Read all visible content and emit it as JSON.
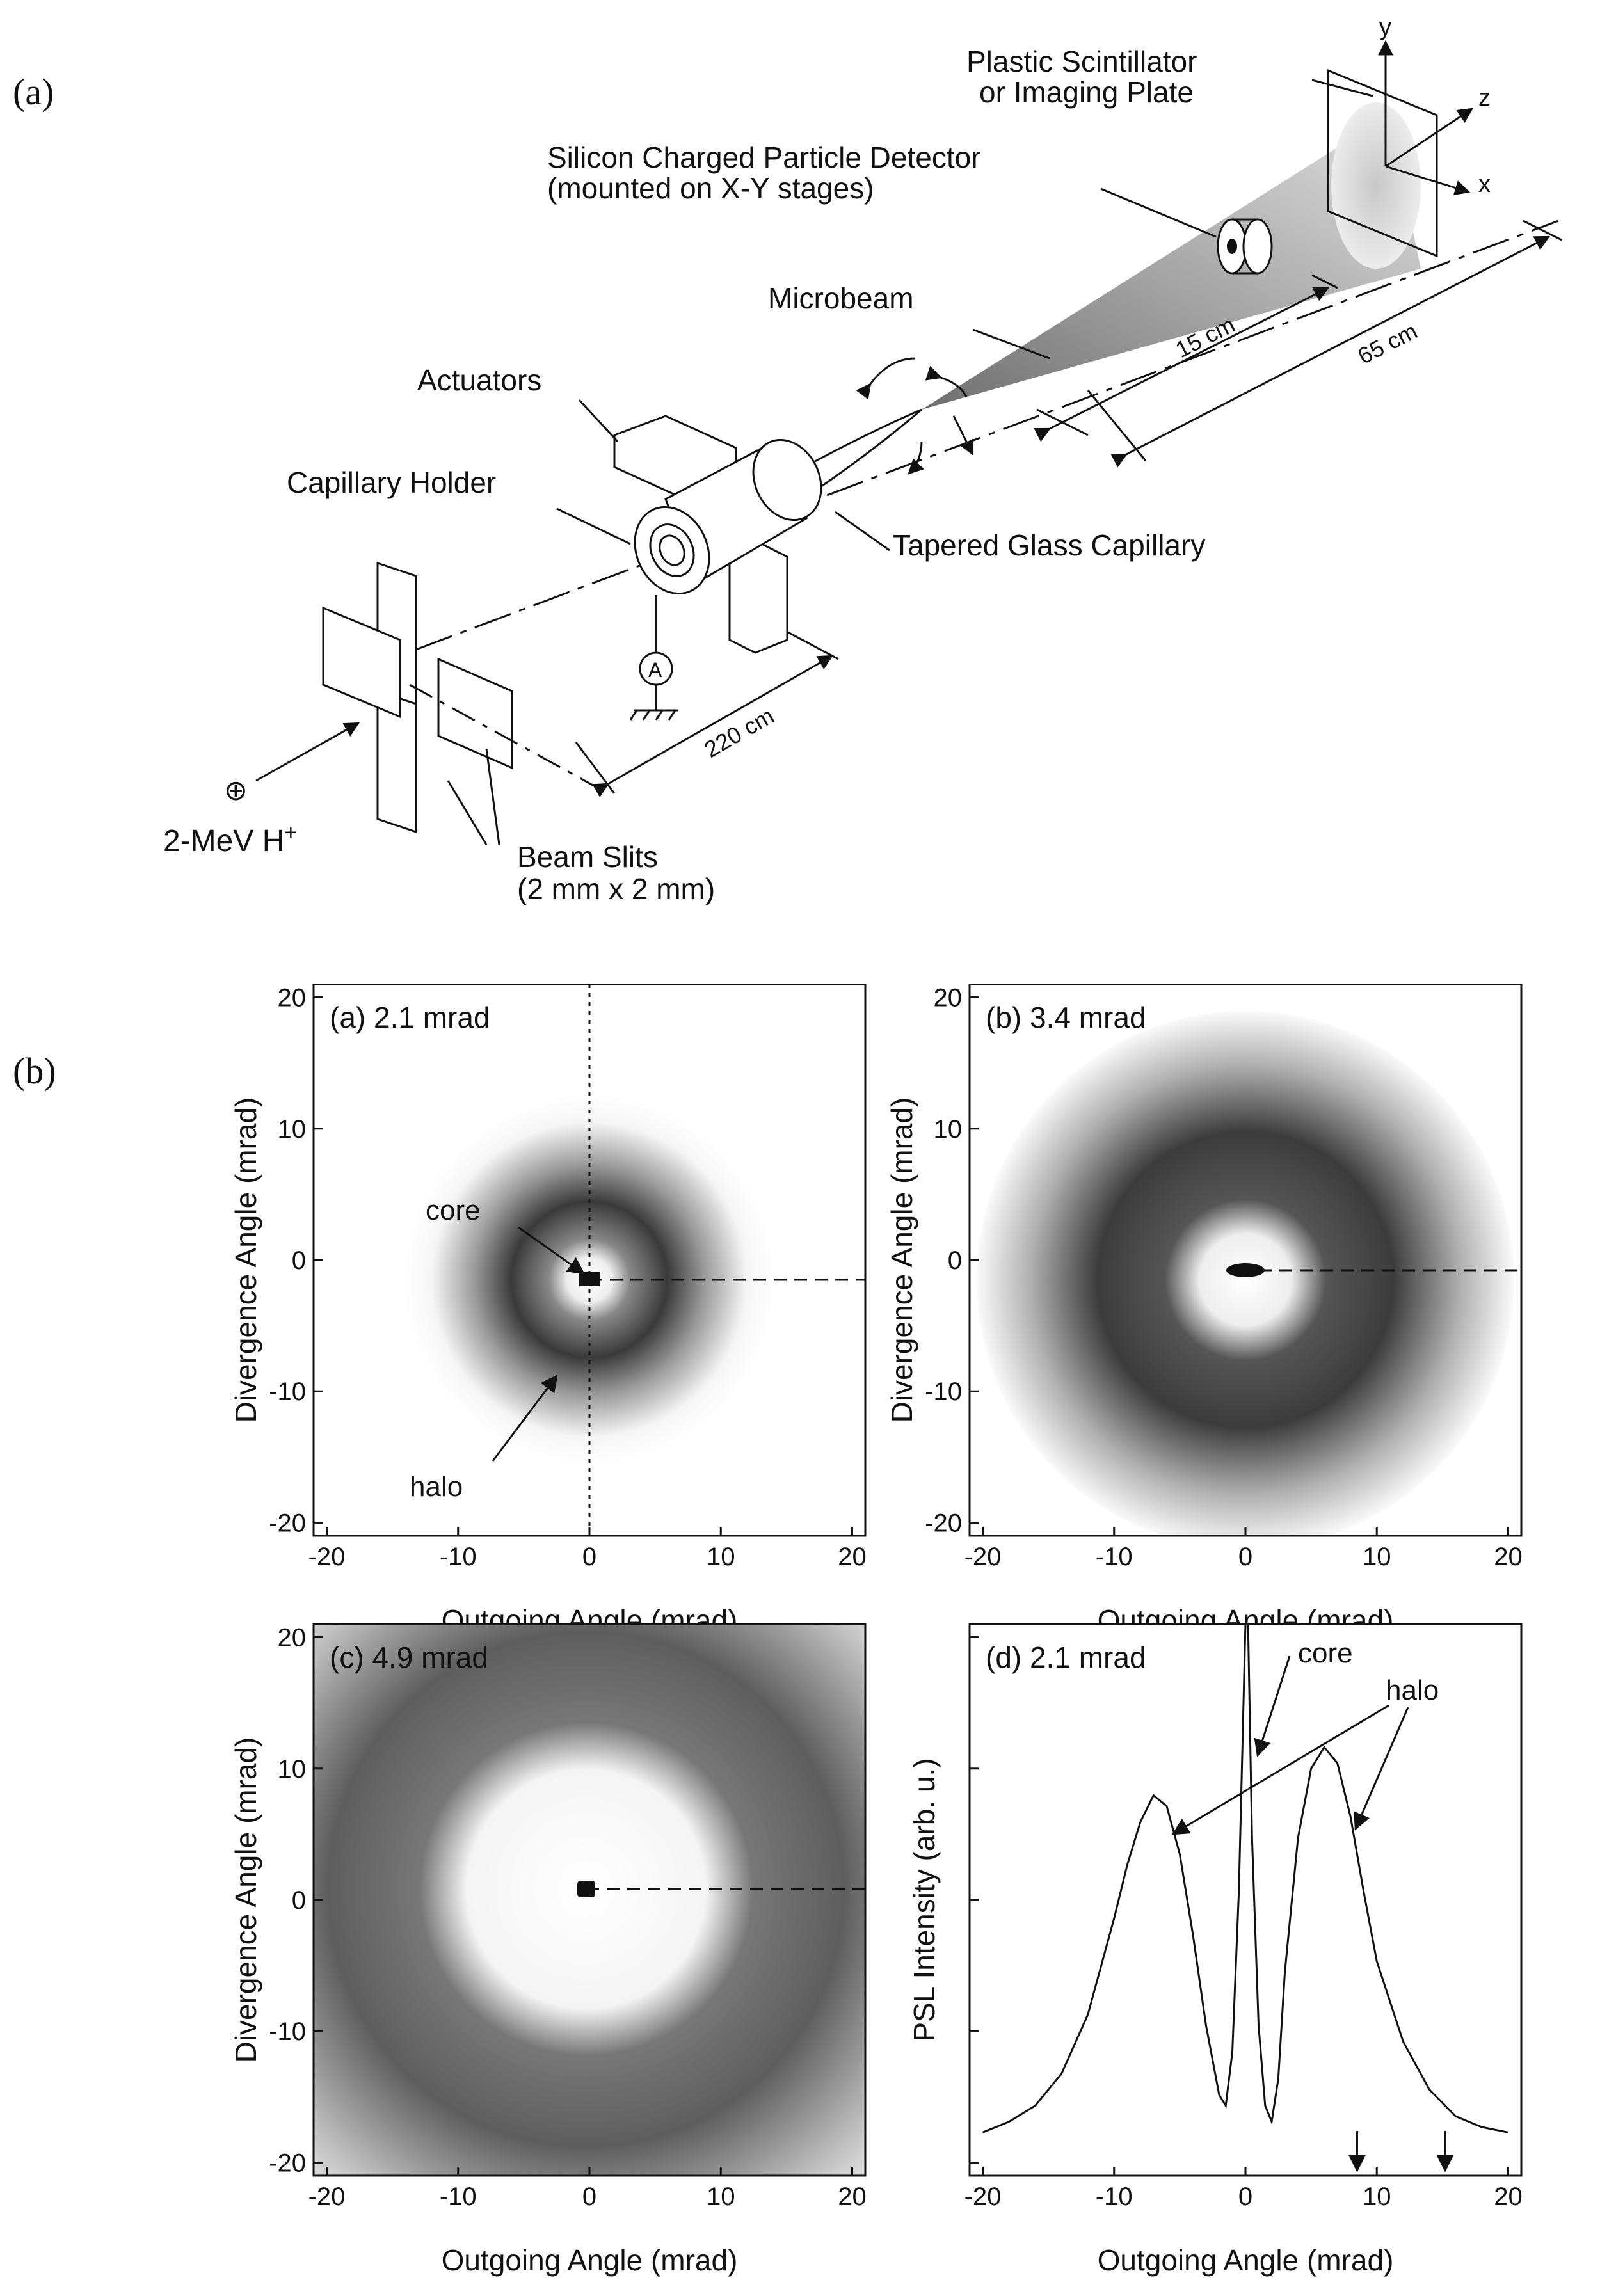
{
  "figure": {
    "panel_a_label": "(a)",
    "panel_b_label": "(b)"
  },
  "schematic": {
    "scintillator": [
      "Plastic Scintillator",
      "or Imaging Plate"
    ],
    "detector": [
      "Silicon Charged Particle Detector",
      "(mounted on X-Y stages)"
    ],
    "microbeam": "Microbeam",
    "actuators": "Actuators",
    "capillary_holder": "Capillary Holder",
    "tapered_capillary": "Tapered Glass Capillary",
    "dist_15": "15 cm",
    "dist_65": "65 cm",
    "dist_220": "220 cm",
    "ammeter": "A",
    "beam": "2-MeV H",
    "beam_sup": "+",
    "plus_symbol": "⊕",
    "slits": [
      "Beam Slits",
      "(2 mm x 2 mm)"
    ],
    "axis_x": "x",
    "axis_y": "y",
    "axis_z": "z"
  },
  "plots": {
    "xlabel": "Outgoing Angle (mrad)",
    "ylabel": "Divergence Angle (mrad)",
    "ticks": [
      "-20",
      "-10",
      "0",
      "10",
      "20"
    ],
    "p1_title": "(a) 2.1 mrad",
    "p2_title": "(b) 3.4 mrad",
    "p3_title": "(c) 4.9 mrad",
    "p4_title": "(d) 2.1 mrad",
    "p4_ylabel": "PSL Intensity (arb. u.)",
    "core": "core",
    "halo": "halo"
  },
  "chart_data": {
    "type": "line",
    "title": "(d) 2.1 mrad",
    "xlabel": "Outgoing Angle (mrad)",
    "ylabel": "PSL Intensity (arb. u.)",
    "xlim": [
      -21,
      21
    ],
    "ylim": [
      0,
      1
    ],
    "x": [
      -20,
      -18,
      -16,
      -14,
      -12,
      -10,
      -9,
      -8,
      -7,
      -6,
      -5,
      -4,
      -3,
      -2,
      -1.5,
      -1,
      -0.5,
      0,
      0.2,
      0.5,
      1,
      1.5,
      2,
      2.5,
      3,
      4,
      5,
      6,
      7,
      8,
      9,
      10,
      12,
      14,
      16,
      18,
      20
    ],
    "series": [
      {
        "values": [
          0.05,
          0.07,
          0.1,
          0.16,
          0.27,
          0.45,
          0.55,
          0.63,
          0.68,
          0.66,
          0.57,
          0.42,
          0.25,
          0.12,
          0.1,
          0.2,
          0.5,
          1.0,
          1.0,
          0.6,
          0.25,
          0.1,
          0.07,
          0.15,
          0.35,
          0.6,
          0.73,
          0.77,
          0.74,
          0.64,
          0.5,
          0.37,
          0.22,
          0.13,
          0.08,
          0.06,
          0.05
        ]
      }
    ],
    "markers_x": [
      8.5,
      15.2
    ]
  }
}
